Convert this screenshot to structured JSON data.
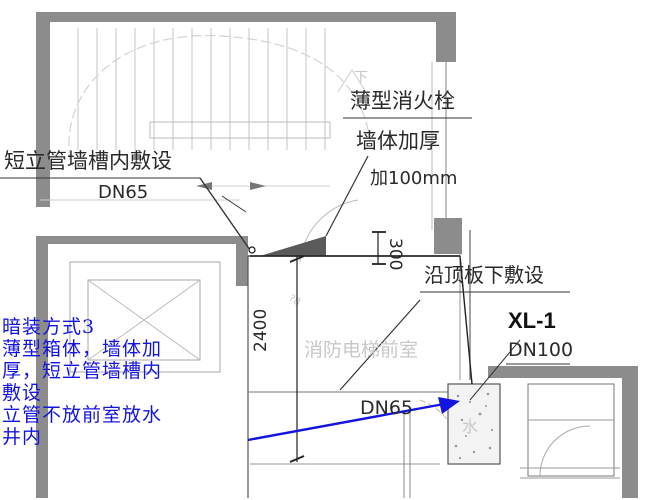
{
  "labels": {
    "hydrant_title": "薄型消火栓",
    "wall_thicken": "墙体加厚",
    "thicken_amount": "加100mm",
    "short_riser": "短立管墙槽内敷设",
    "short_riser_size": "DN65",
    "dim_300": "300",
    "under_slab": "沿顶板下敷设",
    "riser_id": "XL-1",
    "riser_size": "DN100",
    "dim_2400": "2400",
    "anteroom": "消防电梯前室",
    "pipe_size": "DN65",
    "shaft": "水"
  },
  "note": {
    "lines": [
      "暗装方式3",
      "薄型箱体，墙体加",
      "厚，短立管墙槽内",
      "敷设",
      "立管不放前室放水",
      "井内"
    ]
  },
  "colors": {
    "wall": "#8c8c8c",
    "line": "#333333",
    "annotation": "#1414e0"
  }
}
